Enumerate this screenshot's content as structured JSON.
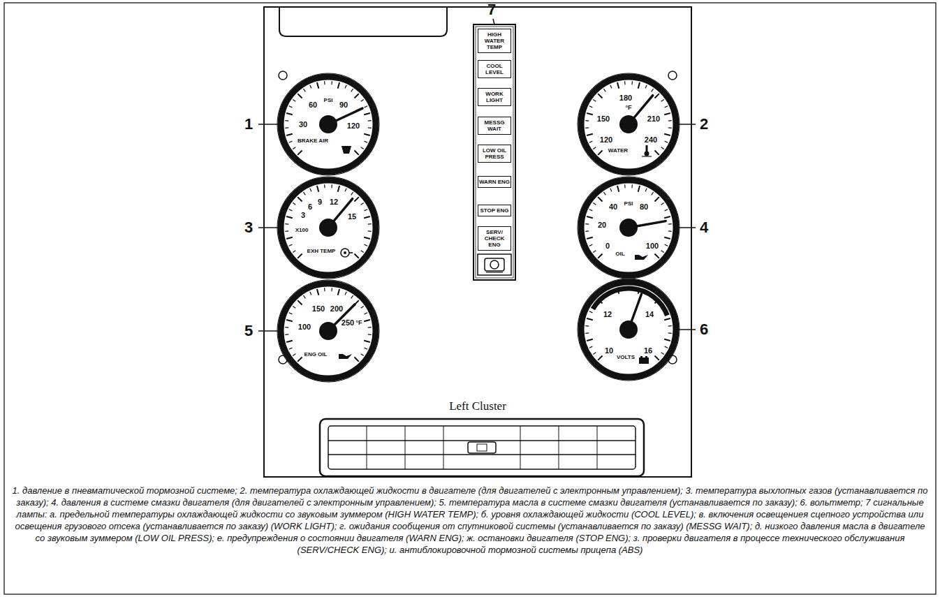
{
  "diagram": {
    "caption": "1. давление в пневматической тормозной системе; 2. температура охлаждающей жидкости в двигателе (для двигателей с электронным управлением); 3. температура выхлопных газов (устанавливается по заказу); 4. давления в системе смазки двигателя (для двигателей с электронным управлением); 5. температура масла в системе смазки двигателя (устанавливается по заказу); 6. вольтметр; 7 сигнальные лампы: а. предельной температуры охлаждающей жидкости со звуковым зуммером (HIGH WATER TEMP); б. уровня охлаждающей жидкости (COOL LEVEL); в. включения освещениея сцепного устройства или освещения грузового отсека (устанавливается по заказу) (WORK LIGHT); г. ожидания сообщения от спутниковой системы (устанавливается по заказу) (MESSG WAIT); д. низкого давления масла в двигателе со звуковым зуммером (LOW OIL PRESS); е. предупреждения о состоянии двигателя (WARN ENG); ж. остановки двигателя (STOP ENG); з. проверки двигателя в процессе технического обслуживания (SERV/CHECK ENG); и. антиблокировочной тормозной системы прицепа (ABS)",
    "nodes": [
      {
        "text": [
          "Left Cluster"
        ]
      },
      {
        "text": [
          "30",
          "60",
          "PSI",
          "90",
          "120",
          "BRAKE AIR"
        ],
        "in": 0
      },
      {
        "text": [
          "120",
          "150",
          "180",
          "°F",
          "210",
          "240",
          "WATER"
        ],
        "in": 0
      },
      {
        "text": [
          "X100",
          "3",
          "6",
          "9",
          "12",
          "15",
          "EXH TEMP"
        ],
        "in": 0
      },
      {
        "text": [
          "0",
          "20",
          "40",
          "PSI",
          "80",
          "100",
          "OIL"
        ],
        "in": 0
      },
      {
        "text": [
          "100",
          "150",
          "200",
          "250",
          "°F",
          "ENG OIL"
        ],
        "in": 0
      },
      {
        "text": [
          "12",
          "14",
          "10",
          "16",
          "VOLTS"
        ],
        "in": 0
      },
      {
        "text": [
          "HIGH WATER TEMP"
        ],
        "in": 0
      },
      {
        "text": [
          "COOL LEVEL"
        ],
        "in": 0
      },
      {
        "text": [
          "WORK LIGHT"
        ],
        "in": 0
      },
      {
        "text": [
          "MESSG WAIT"
        ],
        "in": 0
      },
      {
        "text": [
          "LOW OIL PRESS"
        ],
        "in": 0
      },
      {
        "text": [
          "WARN ENG"
        ],
        "in": 0
      },
      {
        "text": [
          "STOP ENG"
        ],
        "in": 0
      },
      {
        "text": [
          "SERV/ CHECK ENG"
        ],
        "in": 0
      }
    ],
    "labels": [
      "1",
      "2",
      "3",
      "4",
      "5",
      "6",
      "7"
    ]
  }
}
